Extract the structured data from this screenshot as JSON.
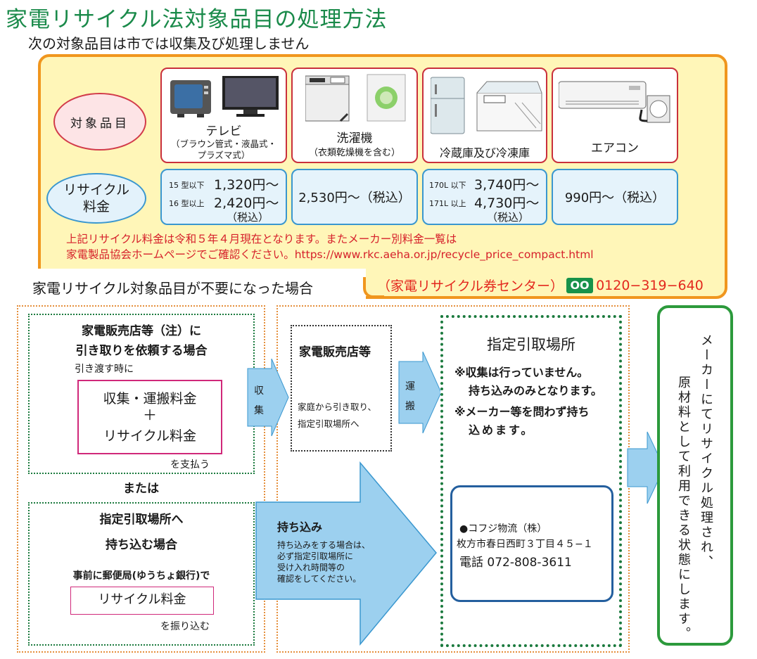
{
  "title": "家電リサイクル法対象品目の処理方法",
  "subtitle": "次の対象品目は市では収集及び処理しません",
  "target_label": "対象品目",
  "fee_label_line1": "リサイクル",
  "fee_label_line2": "料金",
  "items": [
    {
      "name": "テレビ",
      "sub1": "（ブラウン管式・液晶式・",
      "sub2": "プラズマ式）"
    },
    {
      "name": "洗濯機",
      "sub1": "（衣類乾燥機を含む）"
    },
    {
      "name": "冷蔵庫及び冷凍庫"
    },
    {
      "name": "エアコン"
    }
  ],
  "fees": {
    "tv": {
      "size1": "15 型以下",
      "price1": "1,320円～",
      "size2": "16 型以上",
      "price2": "2,420円～",
      "tax": "（税込）"
    },
    "washer": "2,530円～（税込）",
    "fridge": {
      "size1": "170L 以下",
      "price1": "3,740円～",
      "size2": "171L 以上",
      "price2": "4,730円～",
      "tax": "（税込）"
    },
    "aircon": "990円～（税込）"
  },
  "note_line1": "上記リサイクル料金は令和５年４月現在となります。またメーカー別料金一覧は",
  "note_line2": "家電製品協会ホームページでご確認ください。https://www.rkc.aeha.or.jp/recycle_price_compact.html",
  "hotline_label": "（家電リサイクル券センター）",
  "hotline_icon": "free-dial-icon",
  "hotline_number": "0120−319−640",
  "section2_title": "家電リサイクル対象品目が不要になった場合",
  "case1": {
    "line1": "家電販売店等（注）に",
    "line2": "引き取りを依頼する場合",
    "sub": "引き渡す時に",
    "fee1": "収集・運搬料金",
    "plus": "＋",
    "fee2": "リサイクル料金",
    "pay": "を支払う"
  },
  "or": "または",
  "case2": {
    "line1": "指定引取場所へ",
    "line2": "持ち込む場合",
    "sub": "事前に郵便局(ゆうちょ銀行)で",
    "fee": "リサイクル料金",
    "pay": "を振り込む"
  },
  "arrow_collect": [
    "収",
    "集"
  ],
  "arrow_transport": [
    "運",
    "搬"
  ],
  "retailer": {
    "title": "家電販売店等",
    "desc1": "家庭から引き取り、",
    "desc2": "指定引取場所へ"
  },
  "bring": {
    "title": "持ち込み",
    "d1": "持ち込みをする場合は、",
    "d2": "必ず指定引取場所に",
    "d3": "受け入れ時間等の",
    "d4": "確認をしてください。"
  },
  "designated": {
    "title": "指定引取場所",
    "n1": "※収集は行っていません。",
    "n2": "持ち込みのみとなります。",
    "n3": "※メーカー等を問わず持ち",
    "n4": "込めます。"
  },
  "place": {
    "name": "●コフジ物流（株）",
    "addr": "枚方市春日西町３丁目４５−１",
    "tel": "電話 072-808-3611"
  },
  "maker_line1": "メーカーにてリサイクル処理され、",
  "maker_line2": "原材料として利用できる状態にします。",
  "colors": {
    "title": "#1a8a4a",
    "orange": "#f0961e",
    "red_note": "#d6212b",
    "blue": "#3a97cf",
    "arrow_fill": "#9cd0ef",
    "green": "#2c9a3c"
  }
}
